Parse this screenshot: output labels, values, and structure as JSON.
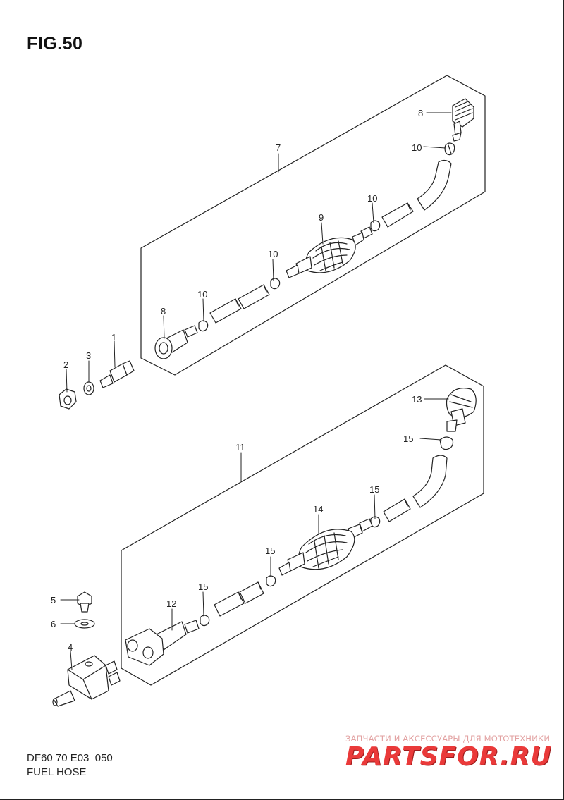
{
  "figure": {
    "title": "FIG.50",
    "code": "DF60 70 E03_050",
    "caption": "FUEL HOSE"
  },
  "callouts": [
    "1",
    "2",
    "3",
    "4",
    "5",
    "6",
    "7",
    "8",
    "8",
    "9",
    "10",
    "10",
    "10",
    "10",
    "11",
    "12",
    "13",
    "14",
    "15",
    "15",
    "15",
    "15"
  ],
  "watermark": {
    "subtitle": "ЗАПЧАСТИ И АКСЕССУАРЫ ДЛЯ МОТОТЕХНИКИ",
    "logo": "PARTSFOR.RU"
  },
  "colors": {
    "line": "#222222",
    "watermark": "#ea3a3a"
  }
}
